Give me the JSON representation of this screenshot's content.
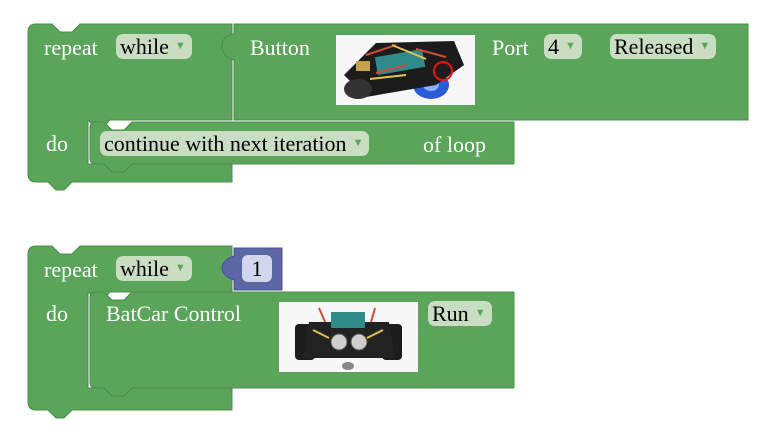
{
  "colors": {
    "loop_green": "#5ba55b",
    "loop_green_dark": "#3f7d3f",
    "field_light": "#c9ddc3",
    "value_blue": "#5b67a5",
    "value_light": "#d2d6ec"
  },
  "block1": {
    "repeat_label": "repeat",
    "mode": "while",
    "do_label": "do",
    "condition": {
      "button_label": "Button",
      "port_label": "Port",
      "port_value": "4",
      "state_value": "Released"
    },
    "body": {
      "action_value": "continue with next iteration",
      "suffix": "of loop"
    }
  },
  "block2": {
    "repeat_label": "repeat",
    "mode": "while",
    "condition_value": "1",
    "do_label": "do",
    "body": {
      "control_label": "BatCar Control",
      "run_value": "Run"
    }
  },
  "icons": {
    "dropdown": "triangle-down",
    "robot_image_1": "robot-car-photo-button",
    "robot_image_2": "robot-car-photo-front"
  }
}
